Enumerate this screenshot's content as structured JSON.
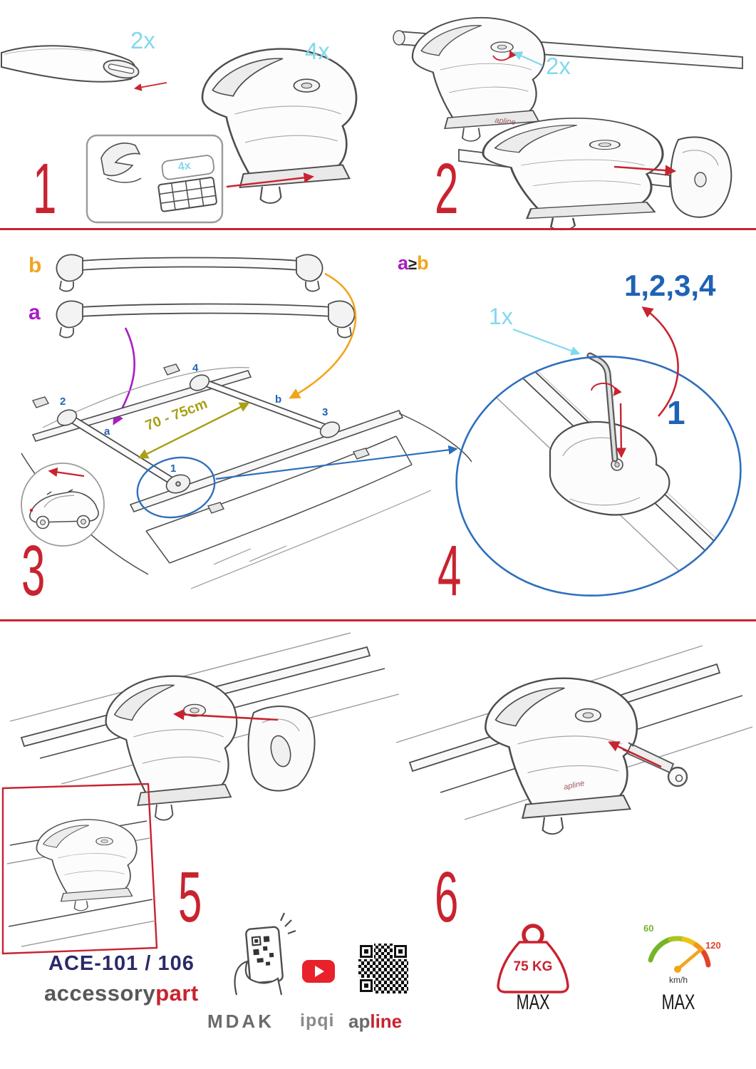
{
  "colors": {
    "accent_red": "#c8232f",
    "cyan": "#82d9ec",
    "blue": "#1e63b5",
    "purple": "#a81cc4",
    "orange": "#f2a51c",
    "olive": "#a8a018",
    "navy": "#2b2a68",
    "gray": "#6b6b6e",
    "green": "#76b52a"
  },
  "steps": {
    "s1": {
      "number": "1",
      "bar_qty": "2x",
      "foot_qty": "4x",
      "pad_qty": "4x"
    },
    "s2": {
      "number": "2",
      "lock_qty": "2x"
    },
    "s3": {
      "number": "3",
      "bar_label_b": "b",
      "bar_label_a": "a",
      "pos_2": "2",
      "pos_4": "4",
      "pos_b": "b",
      "pos_3": "3",
      "pos_a": "a",
      "pos_1": "1",
      "distance": "70 - 75cm"
    },
    "s4": {
      "number": "4",
      "cond_a": "a",
      "cond_op": "≥",
      "cond_b": "b",
      "tighten_sequence": "1,2,3,4",
      "key_qty": "1x",
      "first_position": "1"
    },
    "s5": {
      "number": "5"
    },
    "s6": {
      "number": "6"
    }
  },
  "branding": {
    "model": "ACE-101 / 106",
    "brand_gray": "accessory",
    "brand_red": "part",
    "logo_mdak": "MDAK",
    "logo_ipqi": "ipqi",
    "logo_apline_gray": "ap",
    "logo_apline_red": "line",
    "foot_logo": "apline"
  },
  "limits": {
    "max_load": "75 KG",
    "max_load_label": "MAX",
    "speed_low": "60",
    "speed_high": "120",
    "speed_unit": "km/h",
    "speed_label": "MAX"
  }
}
